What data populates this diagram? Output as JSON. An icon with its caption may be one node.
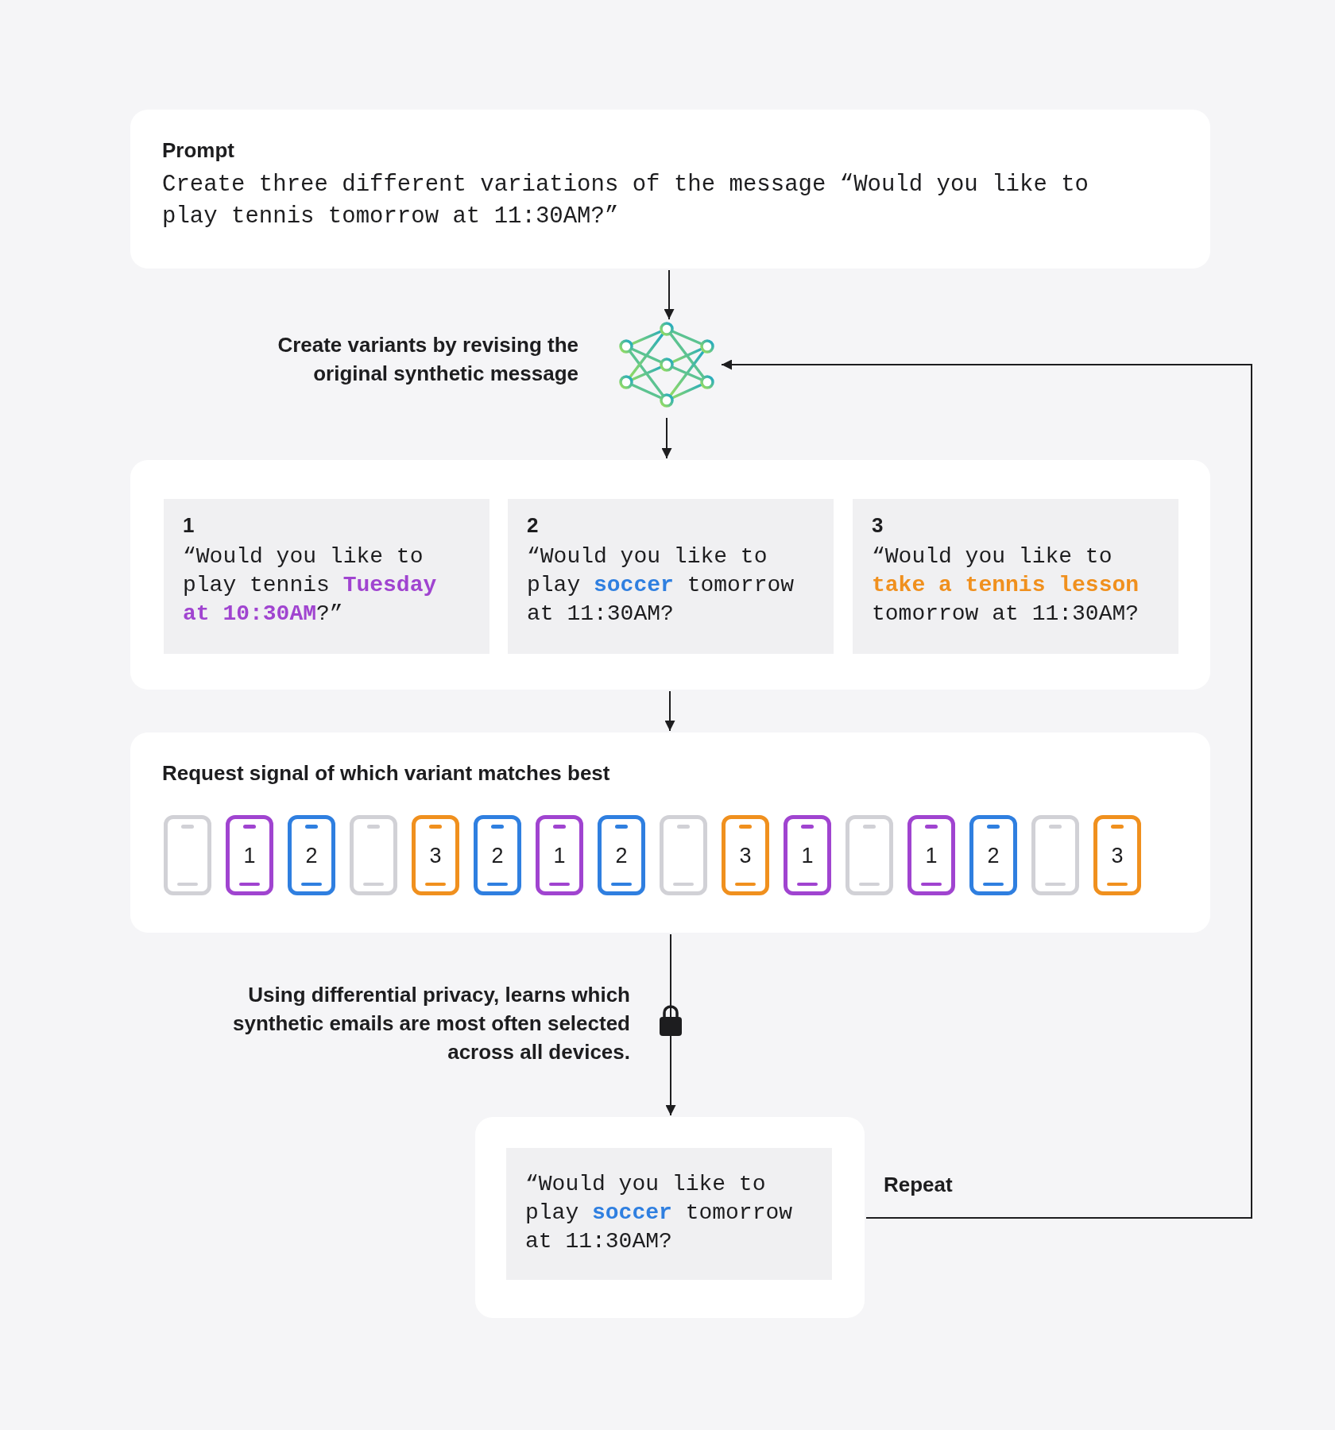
{
  "diagram": {
    "nodes": [
      {
        "text": [
          "Prompt",
          "Create three different variations of the message “Would you like to play tennis tomorrow at 11:30AM?”"
        ]
      },
      {
        "text": [],
        "shape": "picture",
        "beside": [
          "Create variants by revising the original synthetic message"
        ]
      },
      {
        "text": [],
        "shape": "box"
      },
      {
        "text": [
          "1",
          "“Would you like to play tennis **Tuesday at 10:30AM**?”"
        ],
        "in": 2
      },
      {
        "text": [
          "2",
          "“Would you like to play **soccer** tomorrow at 11:30AM?"
        ],
        "in": 2
      },
      {
        "text": [
          "3",
          "“Would you like to **take a tennis lesson** tomorrow at 11:30AM?"
        ],
        "in": 2
      },
      {
        "text": [
          "Request signal of which variant matches best"
        ]
      },
      {
        "text": [],
        "shape": "phone",
        "in": 6
      },
      {
        "text": [
          "1"
        ],
        "in": 6
      },
      {
        "text": [
          "2"
        ],
        "in": 6
      },
      {
        "text": [],
        "shape": "phone",
        "in": 6
      },
      {
        "text": [
          "3"
        ],
        "in": 6
      },
      {
        "text": [
          "2"
        ],
        "in": 6
      },
      {
        "text": [
          "1"
        ],
        "in": 6
      },
      {
        "text": [
          "2"
        ],
        "in": 6
      },
      {
        "text": [],
        "shape": "phone",
        "in": 6
      },
      {
        "text": [
          "3"
        ],
        "in": 6
      },
      {
        "text": [
          "1"
        ],
        "in": 6
      },
      {
        "text": [],
        "shape": "phone",
        "in": 6
      },
      {
        "text": [
          "1"
        ],
        "in": 6
      },
      {
        "text": [
          "2"
        ],
        "in": 6
      },
      {
        "text": [],
        "shape": "phone",
        "in": 6
      },
      {
        "text": [
          "3"
        ],
        "in": 6
      },
      {
        "text": [],
        "shape": "box"
      },
      {
        "text": [
          "“Would you like to play **soccer** tomorrow at 11:30AM?"
        ],
        "in": 23
      }
    ],
    "edges": [
      {
        "from": 0,
        "to": 1,
        "arrow": "to"
      },
      {
        "from": 1,
        "to": 2,
        "arrow": "to"
      },
      {
        "from": 2,
        "to": 6,
        "arrow": "to"
      },
      {
        "from": 6,
        "to": 23,
        "arrow": "to"
      },
      {
        "from": 23,
        "to": 1,
        "arrow": "to",
        "label": "Repeat"
      }
    ],
    "labels": [
      "Using differential privacy, learns which synthetic emails are most often selected across all devices."
    ]
  }
}
